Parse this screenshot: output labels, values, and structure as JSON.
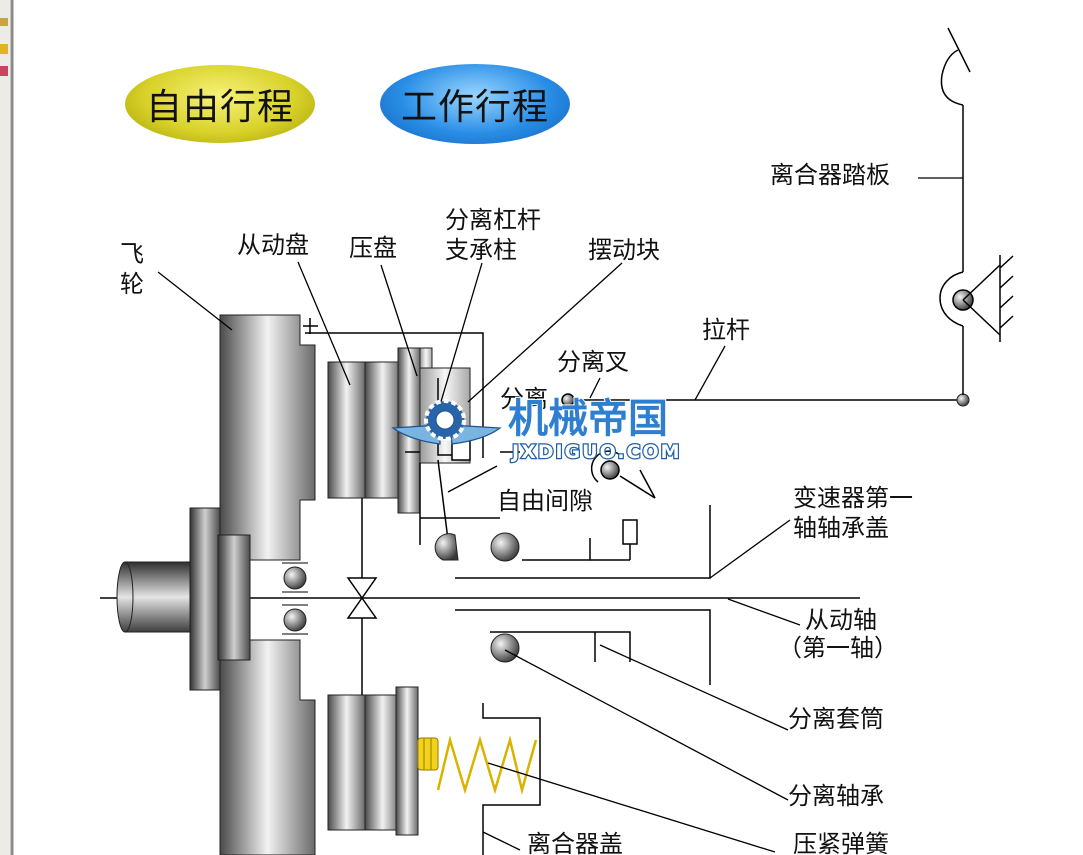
{
  "buttons": {
    "free_travel": "自由行程",
    "work_travel": "工作行程"
  },
  "labels": {
    "flywheel": [
      "飞",
      "轮"
    ],
    "driven_disc": "从动盘",
    "pressure_plate": "压盘",
    "release_lever_support": [
      "分离杠杆",
      "支承柱"
    ],
    "swing_block": "摆动块",
    "clutch_pedal": "离合器踏板",
    "pull_rod": "拉杆",
    "release_fork": "分离叉",
    "release_partial": "分离",
    "free_clearance": "自由间隙",
    "bearing_cover": [
      "变速器第一",
      "轴轴承盖"
    ],
    "driven_shaft": [
      "从动轴",
      "（第一轴）"
    ],
    "release_sleeve": "分离套筒",
    "release_bearing": "分离轴承",
    "clutch_cover": "离合器盖",
    "pressure_spring": "压紧弹簧"
  },
  "watermark": {
    "name": "机械帝国",
    "url": "JXDIGUO.COM"
  },
  "colors": {
    "free_travel_button": "#d8d22a",
    "work_travel_button": "#2a8ee6",
    "spring": "#d9b300",
    "watermark": "#2f7fd0"
  }
}
